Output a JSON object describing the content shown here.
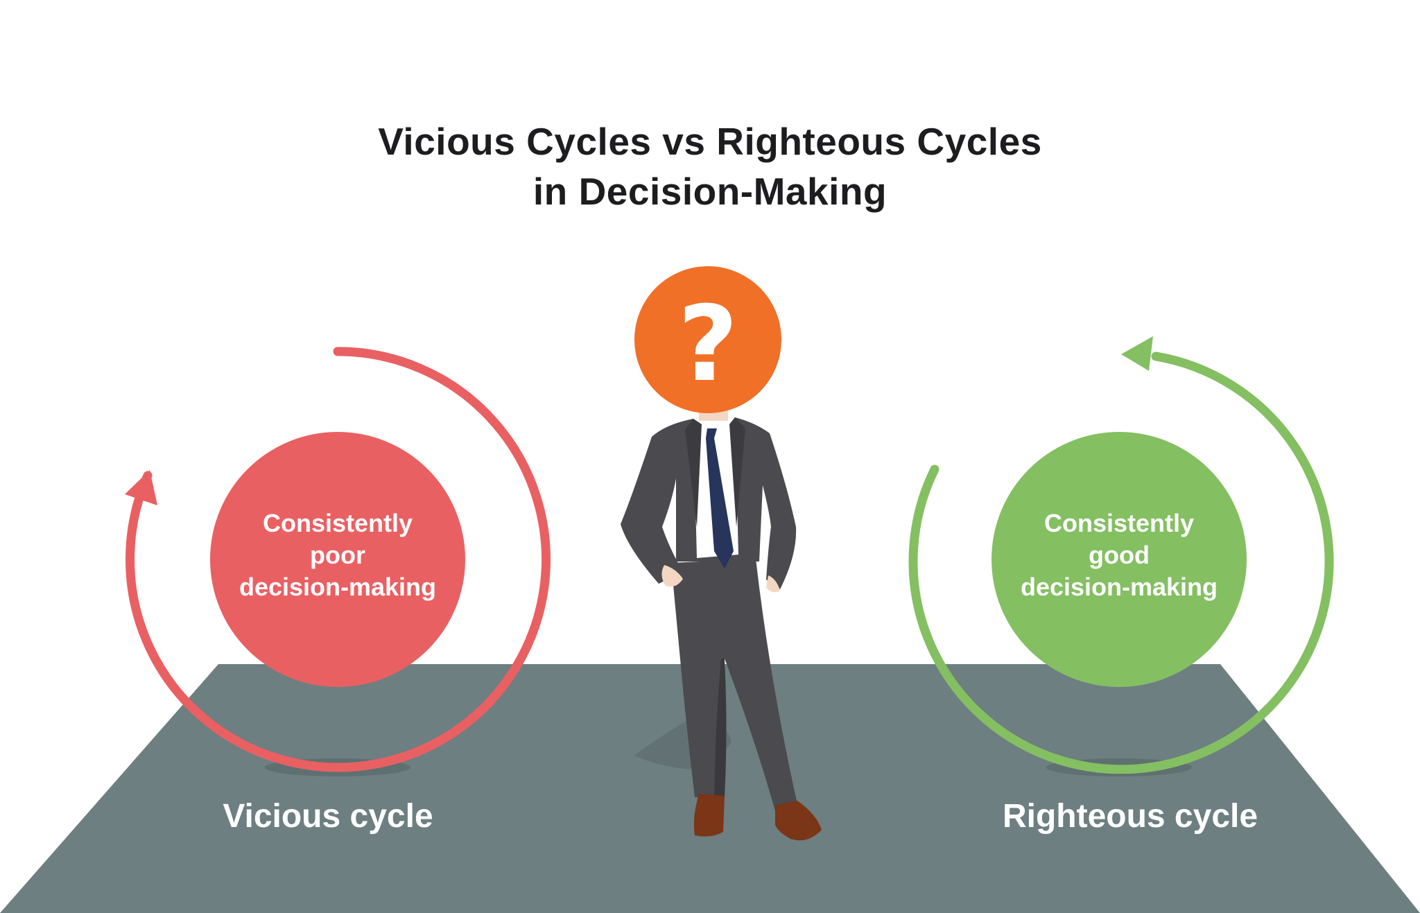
{
  "title": {
    "line1": "Vicious Cycles vs Righteous Cycles",
    "line2": "in Decision-Making"
  },
  "vicious": {
    "circle_text": [
      "Consistently",
      "poor",
      "decision-making"
    ],
    "cycle_label": "Vicious cycle",
    "color": "#e96063"
  },
  "righteous": {
    "circle_text": [
      "Consistently",
      "good",
      "decision-making"
    ],
    "cycle_label": "Righteous cycle",
    "color": "#84bf62"
  },
  "person": {
    "head_symbol": "?",
    "head_color": "#f07027"
  },
  "colors": {
    "floor": "#6d7f80",
    "suit": "#4a4a4f",
    "tie": "#27345c",
    "shoes": "#7b3517"
  }
}
